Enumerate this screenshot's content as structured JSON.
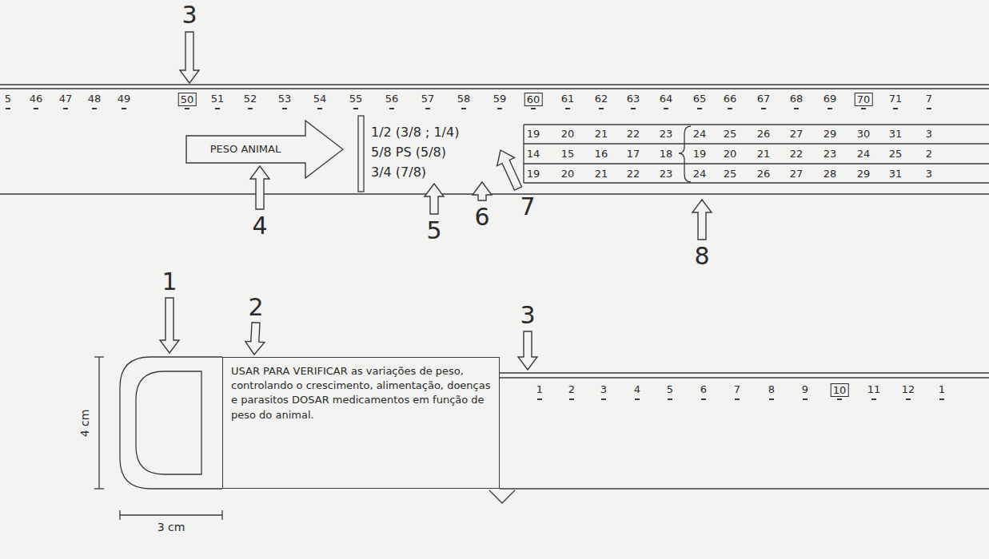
{
  "diagram": {
    "nodes": [
      {
        "text": [
          "50"
        ]
      },
      {
        "text": [
          "60"
        ]
      },
      {
        "text": [
          "70"
        ]
      },
      {
        "text": [
          "PESO ANIMAL"
        ]
      },
      {
        "text": [
          "USAR PARA VERIFICAR as variações de peso, controlando o crescimento, alimentação, doenças e parasitos DOSAR medicamentos em função de peso do animal."
        ]
      },
      {
        "text": [
          "10"
        ]
      }
    ],
    "labels": [
      "3",
      "5",
      "46",
      "47",
      "48",
      "49",
      "51",
      "52",
      "53",
      "54",
      "55",
      "56",
      "57",
      "58",
      "59",
      "61",
      "62",
      "63",
      "64",
      "65",
      "66",
      "67",
      "68",
      "69",
      "71",
      "7",
      "1/2 (3/8 ; 1/4)",
      "5/8 PS (5/8)",
      "3/4 (7/8)",
      "19",
      "20",
      "21",
      "22",
      "23",
      "24",
      "25",
      "26",
      "27",
      "29",
      "30",
      "31",
      "3",
      "14",
      "15",
      "16",
      "17",
      "18",
      "19",
      "20",
      "21",
      "22",
      "23",
      "24",
      "25",
      "2",
      "19",
      "20",
      "21",
      "22",
      "23",
      "24",
      "25",
      "26",
      "27",
      "28",
      "29",
      "31",
      "3",
      "4",
      "5",
      "6",
      "7",
      "8",
      "1",
      "2",
      "3",
      "1",
      "2",
      "3",
      "4",
      "5",
      "6",
      "7",
      "8",
      "9",
      "11",
      "12",
      "1",
      "4 cm",
      "3 cm"
    ]
  }
}
